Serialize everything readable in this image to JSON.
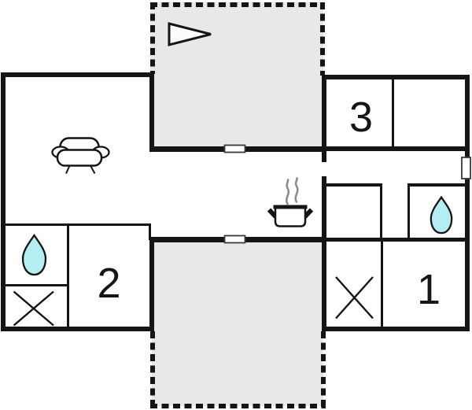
{
  "floorplan": {
    "colors": {
      "wall": "#151515",
      "terrace": "#e8e8e8",
      "water": "#b5eef2",
      "steam": "#8c8c8c",
      "paper": "#ffffff"
    },
    "rooms": [
      {
        "id": "bedroom-3",
        "label": "3"
      },
      {
        "id": "bedroom-2",
        "label": "2"
      },
      {
        "id": "bedroom-1",
        "label": "1"
      }
    ],
    "icons": [
      {
        "name": "wind-pennant-icon"
      },
      {
        "name": "sofa-icon"
      },
      {
        "name": "cooking-pot-icon"
      },
      {
        "name": "steam-icon"
      },
      {
        "name": "water-drop-icon"
      },
      {
        "name": "wardrobe-x-icon"
      },
      {
        "name": "door-marker"
      },
      {
        "name": "window-marker"
      }
    ]
  }
}
